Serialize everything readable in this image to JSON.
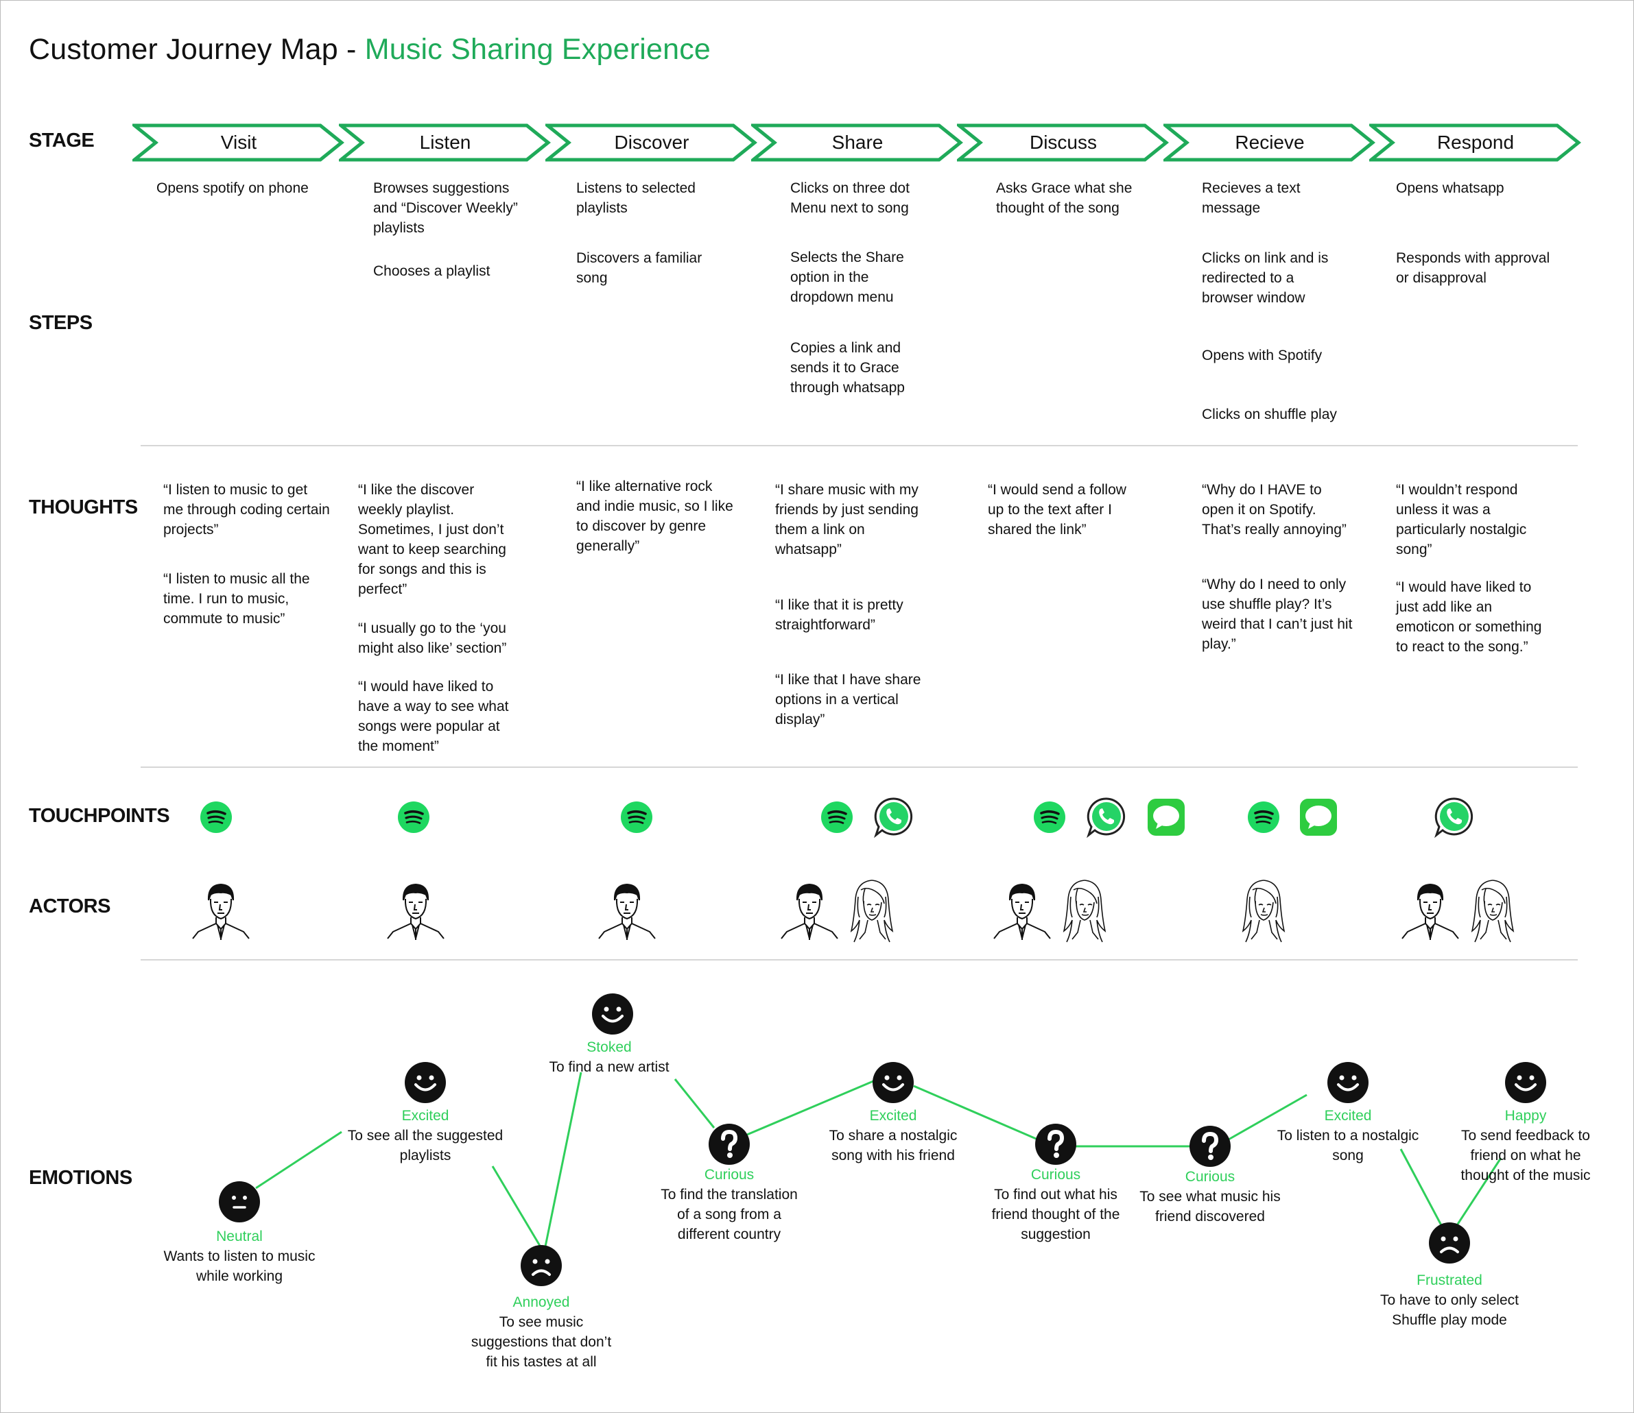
{
  "title": {
    "main": "Customer Journey Map - ",
    "sub": "Music Sharing Experience"
  },
  "colors": {
    "accent": "#1faa59",
    "emotion_line": "#2fcf5b",
    "spotify": "#1ed760",
    "whatsapp": "#25d366",
    "messages": "#2ecc40"
  },
  "row_labels": {
    "stage": "STAGE",
    "steps": "STEPS",
    "thoughts": "THOUGHTS",
    "touchpoints": "TOUCHPOINTS",
    "actors": "ACTORS",
    "emotions": "EMOTIONS"
  },
  "stages": [
    "Visit",
    "Listen",
    "Discover",
    "Share",
    "Discuss",
    "Recieve",
    "Respond"
  ],
  "steps": [
    [
      "Opens spotify on phone"
    ],
    [
      "Browses suggestions\nand “Discover Weekly”\nplaylists",
      "Chooses a playlist"
    ],
    [
      "Listens to selected\nplaylists",
      "Discovers a familiar\nsong"
    ],
    [
      "Clicks on three dot\nMenu next to song",
      "Selects the Share\noption in the\ndropdown menu",
      "Copies a link and\nsends it to Grace\nthrough whatsapp"
    ],
    [
      "Asks Grace what she\nthought of the song"
    ],
    [
      "Recieves a text\nmessage",
      "Clicks on link and is\nredirected to a\nbrowser window",
      "Opens with Spotify",
      "Clicks on shuffle play"
    ],
    [
      "Opens whatsapp",
      "Responds with approval\nor disapproval"
    ]
  ],
  "thoughts": [
    [
      "“I  listen to music to get\nme through coding certain\nprojects”",
      "“I  listen to music all the\ntime. I run to music,\ncommute to music”"
    ],
    [
      "“I like the discover\nweekly playlist.\nSometimes, I just don’t\nwant to keep searching\nfor songs and this is\nperfect”",
      "“I usually go to the ‘you\nmight also like’ section”",
      "“I would have liked to\nhave a way to see what\nsongs were popular at\nthe moment”"
    ],
    [
      "“I like alternative rock\nand indie music, so I like\nto discover by genre\ngenerally”"
    ],
    [
      "“I share music with my\nfriends by just sending\nthem a link on\nwhatsapp”",
      "“I like that it is pretty\nstraightforward”",
      "“I like that I have share\noptions in a vertical\ndisplay”"
    ],
    [
      "“I would send a follow\nup to the text after I\nshared the link”"
    ],
    [
      "“Why do I HAVE to\nopen it on Spotify.\nThat’s really annoying”",
      "“Why do I need to only\nuse shuffle play? It’s\nweird that I can’t just hit\nplay.”"
    ],
    [
      "“I wouldn’t respond\nunless it was a\nparticularly nostalgic\nsong”",
      "“I would have liked to\njust add like an\nemoticon or something\nto react to the song.”"
    ]
  ],
  "touchpoints": [
    [
      "spotify-icon"
    ],
    [
      "spotify-icon"
    ],
    [
      "spotify-icon"
    ],
    [
      "spotify-icon",
      "whatsapp-icon"
    ],
    [
      "spotify-icon",
      "whatsapp-icon",
      "messages-icon"
    ],
    [
      "spotify-icon",
      "messages-icon"
    ],
    [
      "whatsapp-icon"
    ]
  ],
  "actors": [
    [
      "male-user-icon"
    ],
    [
      "male-user-icon"
    ],
    [
      "male-user-icon"
    ],
    [
      "male-user-icon",
      "female-user-icon"
    ],
    [
      "male-user-icon",
      "female-user-icon"
    ],
    [
      "female-user-icon"
    ],
    [
      "male-user-icon",
      "female-user-icon"
    ]
  ],
  "emotions": [
    {
      "face": "neutral",
      "name": "Neutral",
      "desc": "Wants to listen to music\nwhile working"
    },
    {
      "face": "happy",
      "name": "Excited",
      "desc": "To see all the suggested\nplaylists"
    },
    {
      "face": "sad",
      "name": "Annoyed",
      "desc": "To see music\nsuggestions that don’t\nfit his tastes at all"
    },
    {
      "face": "happy",
      "name": "Stoked",
      "desc": "To find a new artist"
    },
    {
      "face": "question",
      "name": "Curious",
      "desc": "To find the translation\nof a song from a\ndifferent country"
    },
    {
      "face": "happy",
      "name": "Excited",
      "desc": "To share a nostalgic\nsong with his friend"
    },
    {
      "face": "question",
      "name": "Curious",
      "desc": "To find out what his\nfriend thought of the\nsuggestion"
    },
    {
      "face": "question",
      "name": "Curious",
      "desc": "To see what music his\nfriend discovered"
    },
    {
      "face": "happy",
      "name": "Excited",
      "desc": "To listen to a nostalgic\nsong"
    },
    {
      "face": "sad",
      "name": "Frustrated",
      "desc": "To have to only select\nShuffle play mode"
    },
    {
      "face": "happy",
      "name": "Happy",
      "desc": "To send feedback to\nfriend on what he\nthought of the music"
    }
  ]
}
